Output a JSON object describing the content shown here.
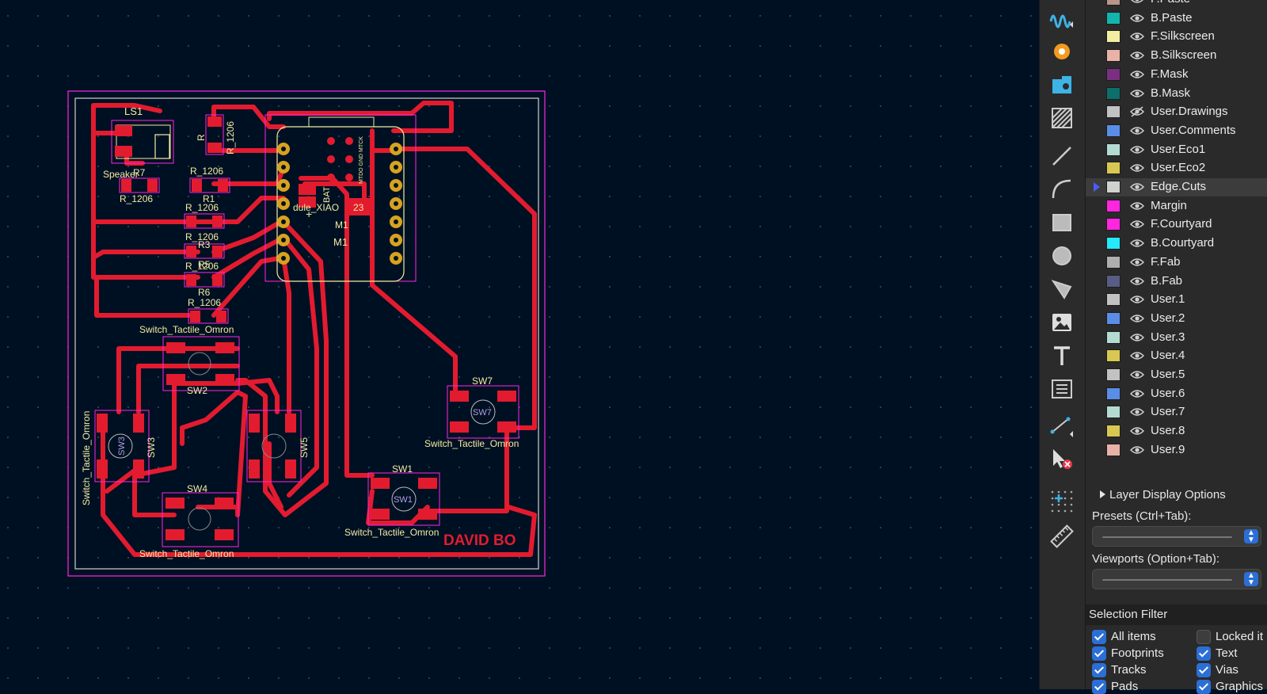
{
  "layers": [
    {
      "name": "F.Paste",
      "color": "#b7958a",
      "visible": true
    },
    {
      "name": "B.Paste",
      "color": "#12b4ad",
      "visible": true
    },
    {
      "name": "F.Silkscreen",
      "color": "#f2eda1",
      "visible": true
    },
    {
      "name": "B.Silkscreen",
      "color": "#e8b2a7",
      "visible": true
    },
    {
      "name": "F.Mask",
      "color": "#7a2f80",
      "visible": true
    },
    {
      "name": "B.Mask",
      "color": "#0d6e6a",
      "visible": true
    },
    {
      "name": "User.Drawings",
      "color": "#c2c2c2",
      "visible": false
    },
    {
      "name": "User.Comments",
      "color": "#5a8ee6",
      "visible": true
    },
    {
      "name": "User.Eco1",
      "color": "#b4dbd2",
      "visible": true
    },
    {
      "name": "User.Eco2",
      "color": "#d8c852",
      "visible": true
    },
    {
      "name": "Edge.Cuts",
      "color": "#d0d2cd",
      "visible": true,
      "active": true
    },
    {
      "name": "Margin",
      "color": "#ff26e2",
      "visible": true
    },
    {
      "name": "F.Courtyard",
      "color": "#ff26e2",
      "visible": true
    },
    {
      "name": "B.Courtyard",
      "color": "#26e9ff",
      "visible": true
    },
    {
      "name": "F.Fab",
      "color": "#afafaf",
      "visible": true
    },
    {
      "name": "B.Fab",
      "color": "#585d84",
      "visible": true
    },
    {
      "name": "User.1",
      "color": "#c2c2c2",
      "visible": true
    },
    {
      "name": "User.2",
      "color": "#5a8ee6",
      "visible": true
    },
    {
      "name": "User.3",
      "color": "#b4dbd2",
      "visible": true
    },
    {
      "name": "User.4",
      "color": "#d8c852",
      "visible": true
    },
    {
      "name": "User.5",
      "color": "#c2c2c2",
      "visible": true
    },
    {
      "name": "User.6",
      "color": "#5a8ee6",
      "visible": true
    },
    {
      "name": "User.7",
      "color": "#b4dbd2",
      "visible": true
    },
    {
      "name": "User.8",
      "color": "#d8c852",
      "visible": true
    },
    {
      "name": "User.9",
      "color": "#e8b2a7",
      "visible": true
    }
  ],
  "panel": {
    "layer_display_options": "Layer Display Options",
    "presets_label": "Presets (Ctrl+Tab):",
    "viewports_label": "Viewports (Option+Tab):",
    "selection_filter_title": "Selection Filter"
  },
  "selection_filter": [
    {
      "label": "All items",
      "checked": true
    },
    {
      "label": "Locked it",
      "checked": false
    },
    {
      "label": "Footprints",
      "checked": true
    },
    {
      "label": "Text",
      "checked": true
    },
    {
      "label": "Tracks",
      "checked": true
    },
    {
      "label": "Vias",
      "checked": true
    },
    {
      "label": "Pads",
      "checked": true
    },
    {
      "label": "Graphics",
      "checked": true
    }
  ],
  "toolbar_icons": [
    "route-diff-pair-icon",
    "add-via-icon",
    "add-footprint-icon",
    "add-zone-icon",
    "draw-line-icon",
    "draw-arc-icon",
    "draw-rectangle-icon",
    "draw-circle-icon",
    "draw-polygon-icon",
    "add-image-icon",
    "add-text-icon",
    "add-textbox-icon",
    "add-dimension-icon",
    "delete-tool-icon",
    "grid-origin-icon",
    "measure-icon"
  ],
  "pcb": {
    "colors": {
      "track": "#e31b2f",
      "pad": "#e31b2f",
      "thru_pad": "#d7a21f",
      "silk": "#f2eda1",
      "courtyard": "#ff26e2",
      "edge": "#d0d2cd",
      "fab": "#b0a0e0"
    },
    "labels": {
      "ls1": "LS1",
      "speaker": "Speaker",
      "r7": "R7",
      "r7_val": "R_1206",
      "r1_top": "R_1206",
      "r1": "R1",
      "r_1206_a": "R_1206",
      "r3_val": "R_1206",
      "r3": "R3",
      "r5_val": "R_1206",
      "r5": "R5",
      "r6": "R6",
      "r6_val": "R_1206",
      "r_top_rot": "R_1206",
      "r_top_rot2": "R",
      "module": "dule_XIAO",
      "m1a": "M1",
      "m1b": "M1",
      "bat": "BAT",
      "c23": "23",
      "sw_omron_top": "Switch_Tactile_Omron",
      "sw2": "SW2",
      "sw3": "SW3",
      "sw3_val": "Switch_Tactile_Omron",
      "sw4": "SW4",
      "sw4_val": "Switch_Tactile_Omron",
      "sw5": "SW5",
      "sw7": "SW7",
      "sw7_val": "Switch_Tactile_Omron",
      "sw1": "SW1",
      "sw1_val": "Switch_Tactile_Omron",
      "sw1_fab": "SW1",
      "sw7_fab": "SW7",
      "sw3_fab": "SW3",
      "pins": "MTDO GND MTCK",
      "author": "DAVID BO"
    }
  }
}
